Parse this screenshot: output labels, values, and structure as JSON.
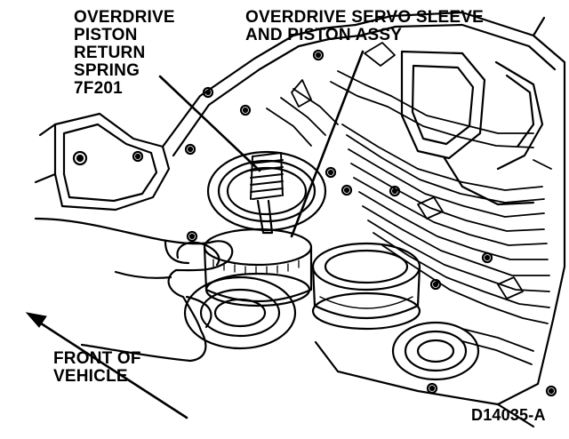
{
  "diagram": {
    "labels": {
      "piston_return_spring": [
        "OVERDRIVE",
        "PISTON",
        "RETURN",
        "SPRING",
        "7F201"
      ],
      "servo_sleeve": [
        "OVERDRIVE SERVO SLEEVE",
        "AND PISTON ASSY"
      ],
      "front_of_vehicle": [
        "FRONT OF",
        "VEHICLE"
      ],
      "figure_id": "D14035-A"
    },
    "colors": {
      "ink": "#000000",
      "paper": "#ffffff"
    }
  }
}
